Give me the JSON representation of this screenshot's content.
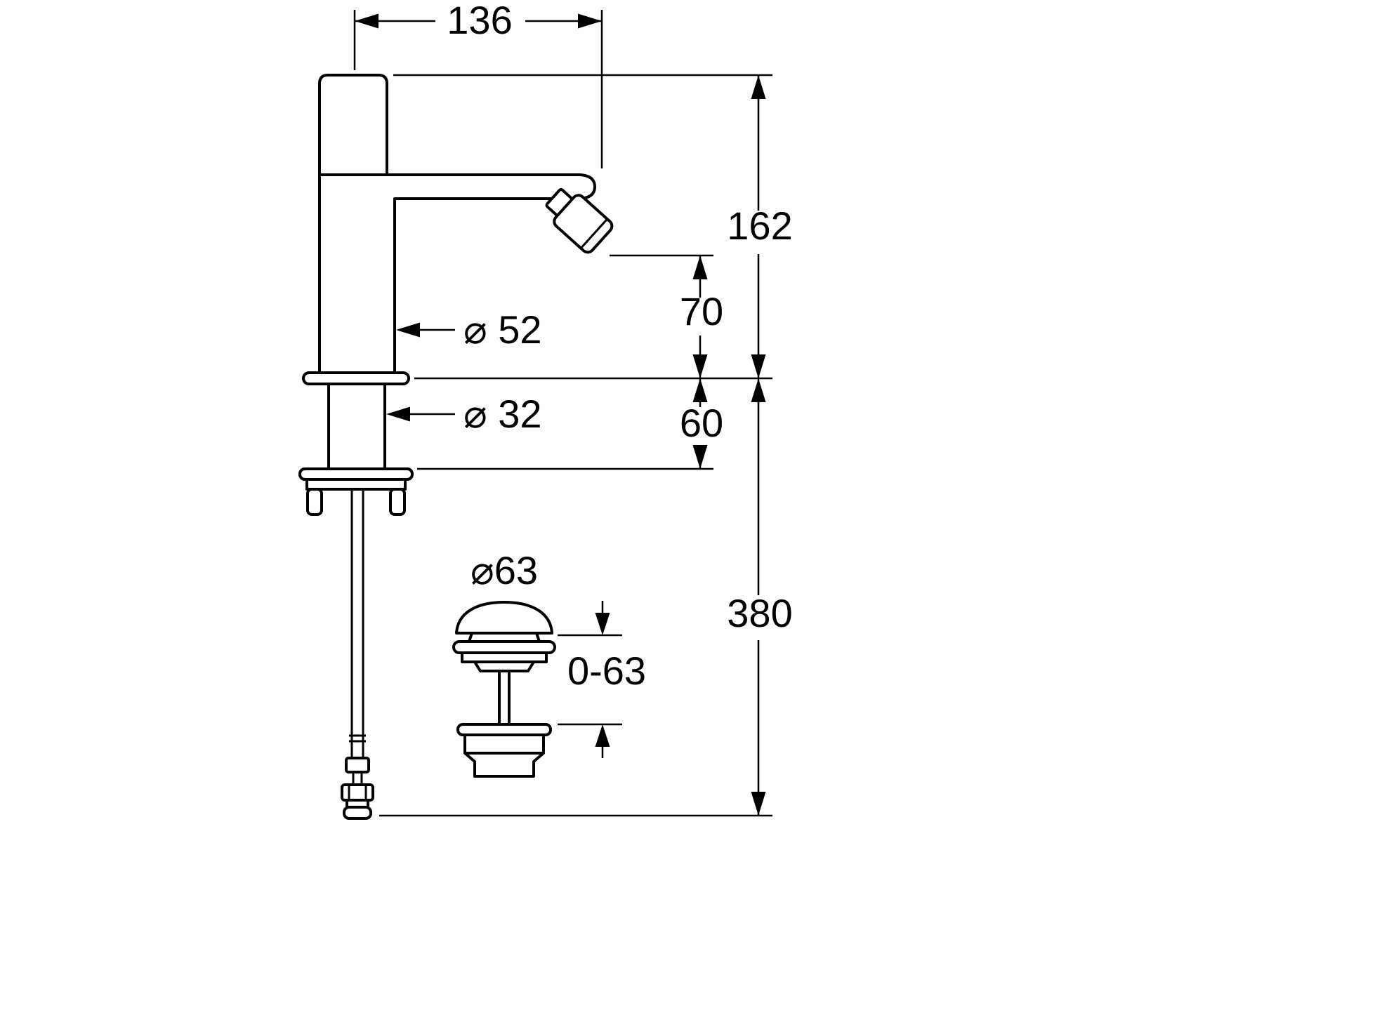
{
  "colors": {
    "line": "#000000",
    "background": "#ffffff"
  },
  "dimensions": {
    "spout_reach": "136",
    "height_to_spout_top": "162",
    "outlet_height": "70",
    "mounting_depth": "60",
    "supply_length": "380",
    "body_diameter": "⌀ 52",
    "shank_diameter": "⌀ 32",
    "waste_diameter": "⌀63",
    "waste_adjustment": "0-63"
  }
}
